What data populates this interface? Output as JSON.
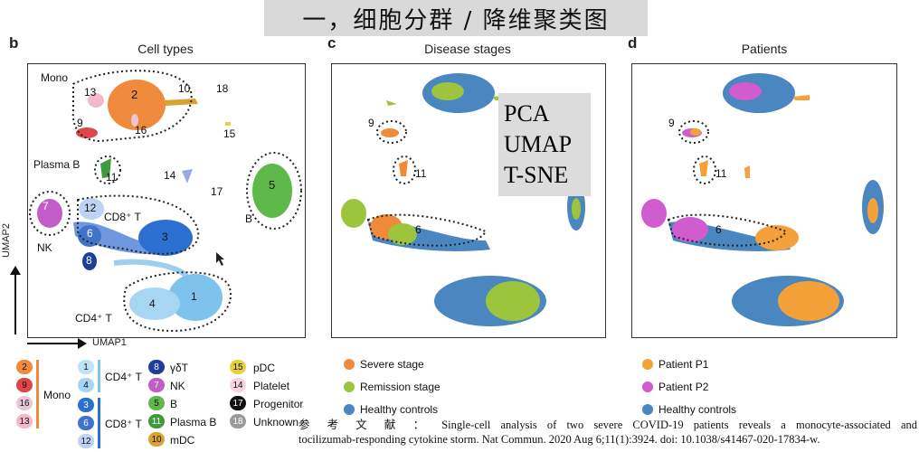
{
  "header": {
    "title": "一，细胞分群 / 降维聚类图"
  },
  "panels": {
    "b": {
      "letter": "b",
      "title": "Cell types",
      "ylabel": "UMAP2",
      "xlabel": "UMAP1"
    },
    "c": {
      "letter": "c",
      "title": "Disease stages"
    },
    "d": {
      "letter": "d",
      "title": "Patients"
    }
  },
  "overlay": {
    "line1": "PCA",
    "line2": "UMAP",
    "line3": "T-SNE"
  },
  "cell_labels": {
    "mono": "Mono",
    "plasma_b": "Plasma B",
    "nk": "NK",
    "b": "B",
    "cd8t": "CD8⁺ T",
    "cd4t": "CD4⁺ T",
    "n13": "13",
    "n2": "2",
    "n10": "10",
    "n18": "18",
    "n9": "9",
    "n16": "16",
    "n15": "15",
    "n11": "11",
    "n14": "14",
    "n17": "17",
    "n5": "5",
    "n7": "7",
    "n12": "12",
    "n6": "6",
    "n8": "8",
    "n3": "3",
    "n4": "4",
    "n1": "1"
  },
  "c_labels": {
    "n9": "9",
    "n11": "11",
    "n6": "6"
  },
  "d_labels": {
    "n9": "9",
    "n11": "11",
    "n6": "6"
  },
  "legend_b": {
    "mono": "Mono",
    "cd4t": "CD4⁺ T",
    "cd8t": "CD8⁺ T",
    "gdt": "γδT",
    "nk": "NK",
    "b": "B",
    "plasmab": "Plasma B",
    "mdc": "mDC",
    "pdc": "pDC",
    "platelet": "Platelet",
    "progenitor": "Progenitor",
    "unknown": "Unknown",
    "chips": {
      "c2": "2",
      "c9": "9",
      "c16": "16",
      "c13": "13",
      "c1": "1",
      "c4": "4",
      "c3": "3",
      "c6": "6",
      "c12": "12",
      "c8": "8",
      "c7": "7",
      "c5": "5",
      "c11": "11",
      "c10": "10",
      "c15": "15",
      "c14": "14",
      "c17": "17",
      "c18": "18"
    }
  },
  "legend_c": {
    "severe": "Severe stage",
    "remission": "Remission stage",
    "healthy": "Healthy controls"
  },
  "legend_d": {
    "p1": "Patient P1",
    "p2": "Patient P2",
    "healthy": "Healthy controls"
  },
  "citation": {
    "line1": "参 考 文 献 ： Single-cell analysis of two severe COVID-19 patients reveals a monocyte-associated and",
    "line2": "tocilizumab-responding cytokine storm. Nat Commun. 2020 Aug 6;11(1):3924. doi: 10.1038/s41467-020-17834-w."
  },
  "colors": {
    "mono": "#f08a3c",
    "cd4": "#7ec3ec",
    "cd8": "#2b6fd0",
    "nk": "#c25cc9",
    "b": "#5fb84a",
    "severe": "#ef8a3a",
    "remission": "#9cc43d",
    "healthy": "#4a86c0",
    "p1": "#f4a13a",
    "p2": "#d05ccf"
  }
}
